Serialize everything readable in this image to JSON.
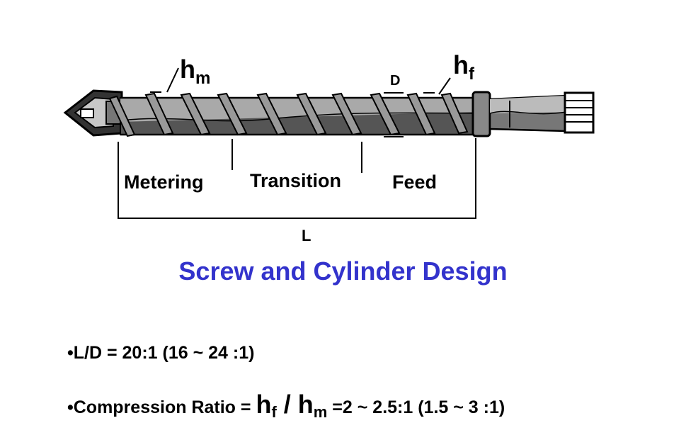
{
  "diagram": {
    "labels": {
      "hm_main": "h",
      "hm_sub": "m",
      "hf_main": "h",
      "hf_sub": "f",
      "d": "D",
      "metering": "Metering",
      "transition": "Transition",
      "feed": "Feed",
      "l": "L"
    }
  },
  "title": "Screw and Cylinder Design",
  "bullets": {
    "b1": "•L/D = 20:1 (16 ~ 24 :1)",
    "b2_prefix": "•Compression Ratio = ",
    "b2_hf_main": "h",
    "b2_hf_sub": "f",
    "b2_slash": " / ",
    "b2_hm_main": "h",
    "b2_hm_sub": "m",
    "b2_suffix": " =2 ~ 2.5:1 (1.5 ~ 3 :1)"
  }
}
